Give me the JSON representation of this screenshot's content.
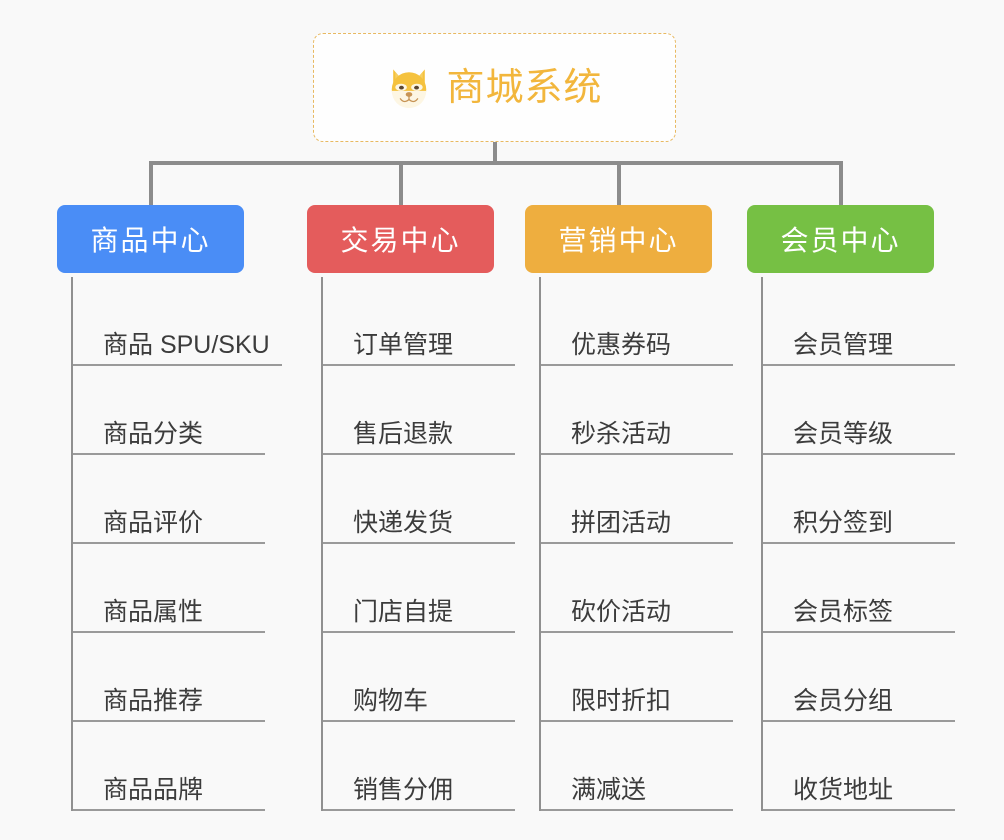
{
  "page": {
    "background_color": "#f9f9f9",
    "type": "mindmap"
  },
  "root": {
    "title": "商城系统",
    "icon": "dog-face-icon",
    "border_color": "#e8b961",
    "text_color": "#f2b63c"
  },
  "branches": [
    {
      "label": "商品中心",
      "color": "#4a8df6",
      "items": [
        "商品 SPU/SKU",
        "商品分类",
        "商品评价",
        "商品属性",
        "商品推荐",
        "商品品牌"
      ]
    },
    {
      "label": "交易中心",
      "color": "#e45c5c",
      "items": [
        "订单管理",
        "售后退款",
        "快递发货",
        "门店自提",
        "购物车",
        "销售分佣"
      ]
    },
    {
      "label": "营销中心",
      "color": "#eeae3f",
      "items": [
        "优惠券码",
        "秒杀活动",
        "拼团活动",
        "砍价活动",
        "限时折扣",
        "满减送"
      ]
    },
    {
      "label": "会员中心",
      "color": "#76c044",
      "items": [
        "会员管理",
        "会员等级",
        "积分签到",
        "会员标签",
        "会员分组",
        "收货地址"
      ]
    }
  ]
}
